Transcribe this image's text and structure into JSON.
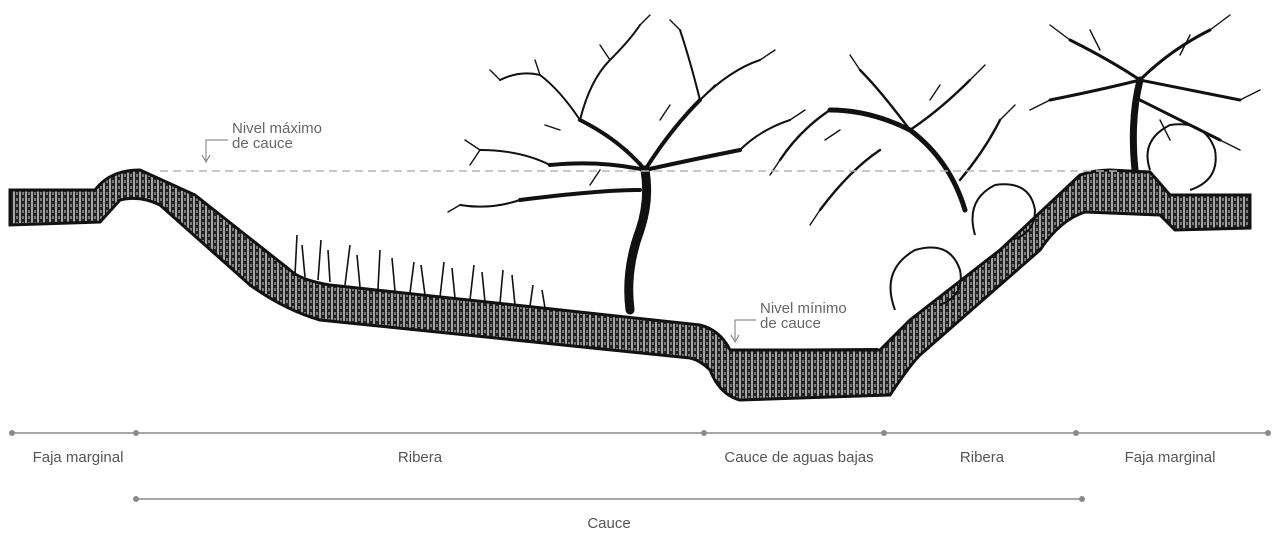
{
  "annotations": {
    "max_level": [
      "Nivel máximo",
      "de cauce"
    ],
    "min_level": [
      "Nivel mínimo",
      "de cauce"
    ]
  },
  "zones": {
    "faja_left": "Faja marginal",
    "ribera_left": "Ribera",
    "cauce_bajas": "Cauce de aguas bajas",
    "ribera_right": "Ribera",
    "faja_right": "Faja marginal",
    "cauce": "Cauce"
  },
  "colors": {
    "ink": "#111111",
    "line": "#8a8a8a",
    "dashed": "#b5b5b5",
    "text": "#555555"
  }
}
